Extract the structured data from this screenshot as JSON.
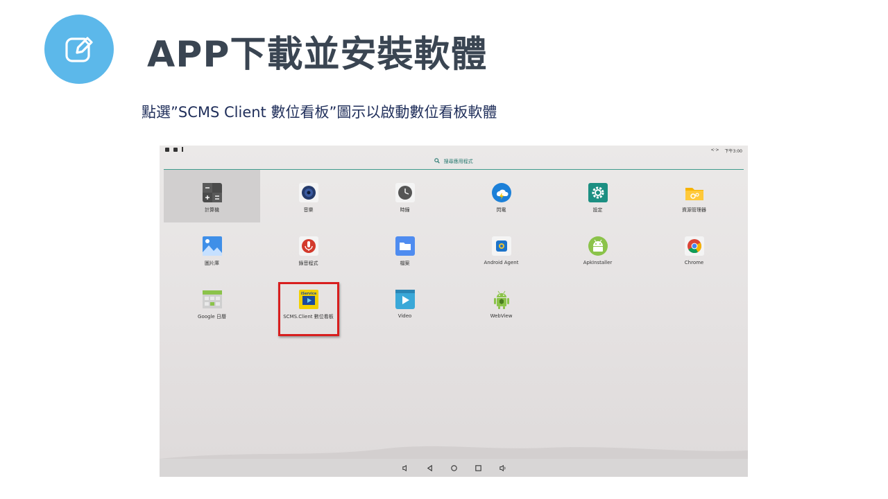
{
  "slide": {
    "title": "APP下載並安裝軟體",
    "subtitle": "點選”SCMS Client 數位看板”圖示以啟動數位看板軟體",
    "badge_icon": "edit-icon",
    "accent_color": "#5cb8ea"
  },
  "android": {
    "status": {
      "left_icons": [
        "notification-icon",
        "image-icon",
        "usb-icon"
      ],
      "right_glyph": "<·>",
      "time": "下午3:00"
    },
    "search": {
      "label": "搜尋應用程式"
    },
    "apps": [
      {
        "label": "計算機",
        "icon": "calculator-icon"
      },
      {
        "label": "音樂",
        "icon": "music-icon"
      },
      {
        "label": "時鐘",
        "icon": "clock-icon"
      },
      {
        "label": "閃電",
        "icon": "weather-icon"
      },
      {
        "label": "設定",
        "icon": "settings-icon"
      },
      {
        "label": "資源管理器",
        "icon": "file-manager-icon"
      },
      {
        "label": "圖片庫",
        "icon": "gallery-icon"
      },
      {
        "label": "錄音程式",
        "icon": "recorder-icon"
      },
      {
        "label": "檔案",
        "icon": "files-icon"
      },
      {
        "label": "Android Agent",
        "icon": "agent-icon"
      },
      {
        "label": "ApkInstaller",
        "icon": "android-icon"
      },
      {
        "label": "Chrome",
        "icon": "chrome-icon"
      },
      {
        "label": "Google 日曆",
        "icon": "calendar-icon"
      },
      {
        "label": "SCMS.Client 數位看板",
        "icon": "scms-icon",
        "icon_text": "iService"
      },
      {
        "label": "Video",
        "icon": "video-icon"
      },
      {
        "label": "WebView",
        "icon": "webview-icon"
      }
    ],
    "navbar": [
      "volume-down-icon",
      "back-icon",
      "home-icon",
      "recents-icon",
      "volume-up-icon"
    ]
  }
}
